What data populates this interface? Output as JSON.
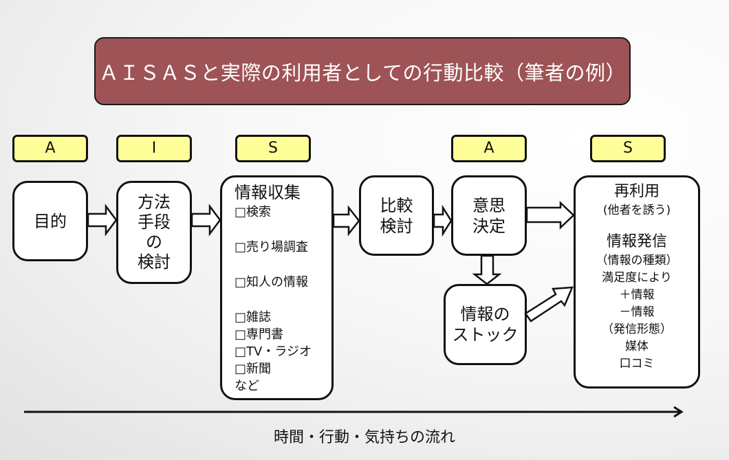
{
  "title": "ＡＩＳＡＳと実際の利用者としての行動比較（筆者の例）",
  "colors": {
    "title_fill": "#9e5356",
    "stage_fill": "#ffff99",
    "box_fill": "#ffffff",
    "stroke": "#111111"
  },
  "stages": [
    {
      "label": "A"
    },
    {
      "label": "I"
    },
    {
      "label": "S"
    },
    {
      "label": "A"
    },
    {
      "label": "S"
    }
  ],
  "boxes": {
    "purpose": {
      "lines": [
        "目的"
      ]
    },
    "method": {
      "lines": [
        "方法",
        "手段",
        "の",
        "検討"
      ]
    },
    "info_collection": {
      "heading": "情報収集",
      "items": [
        "□検索",
        "□売り場調査",
        "□知人の情報",
        "□雑誌",
        "□専門書",
        "□TV・ラジオ",
        "□新聞",
        "など"
      ]
    },
    "comparison": {
      "lines": [
        "比較",
        "検討"
      ]
    },
    "decision": {
      "lines": [
        "意思",
        "決定"
      ]
    },
    "stock": {
      "lines": [
        "情報の",
        "ストック"
      ]
    },
    "reuse": {
      "heading": "再利用",
      "sub": "(他者を誘う)",
      "heading2": "情報発信",
      "lines": [
        "（情報の種類）",
        "満足度により",
        "＋情報",
        "－情報",
        "（発信形態）",
        "媒体",
        "口コミ"
      ]
    }
  },
  "timeline": {
    "caption": "時間・行動・気持ちの流れ"
  }
}
